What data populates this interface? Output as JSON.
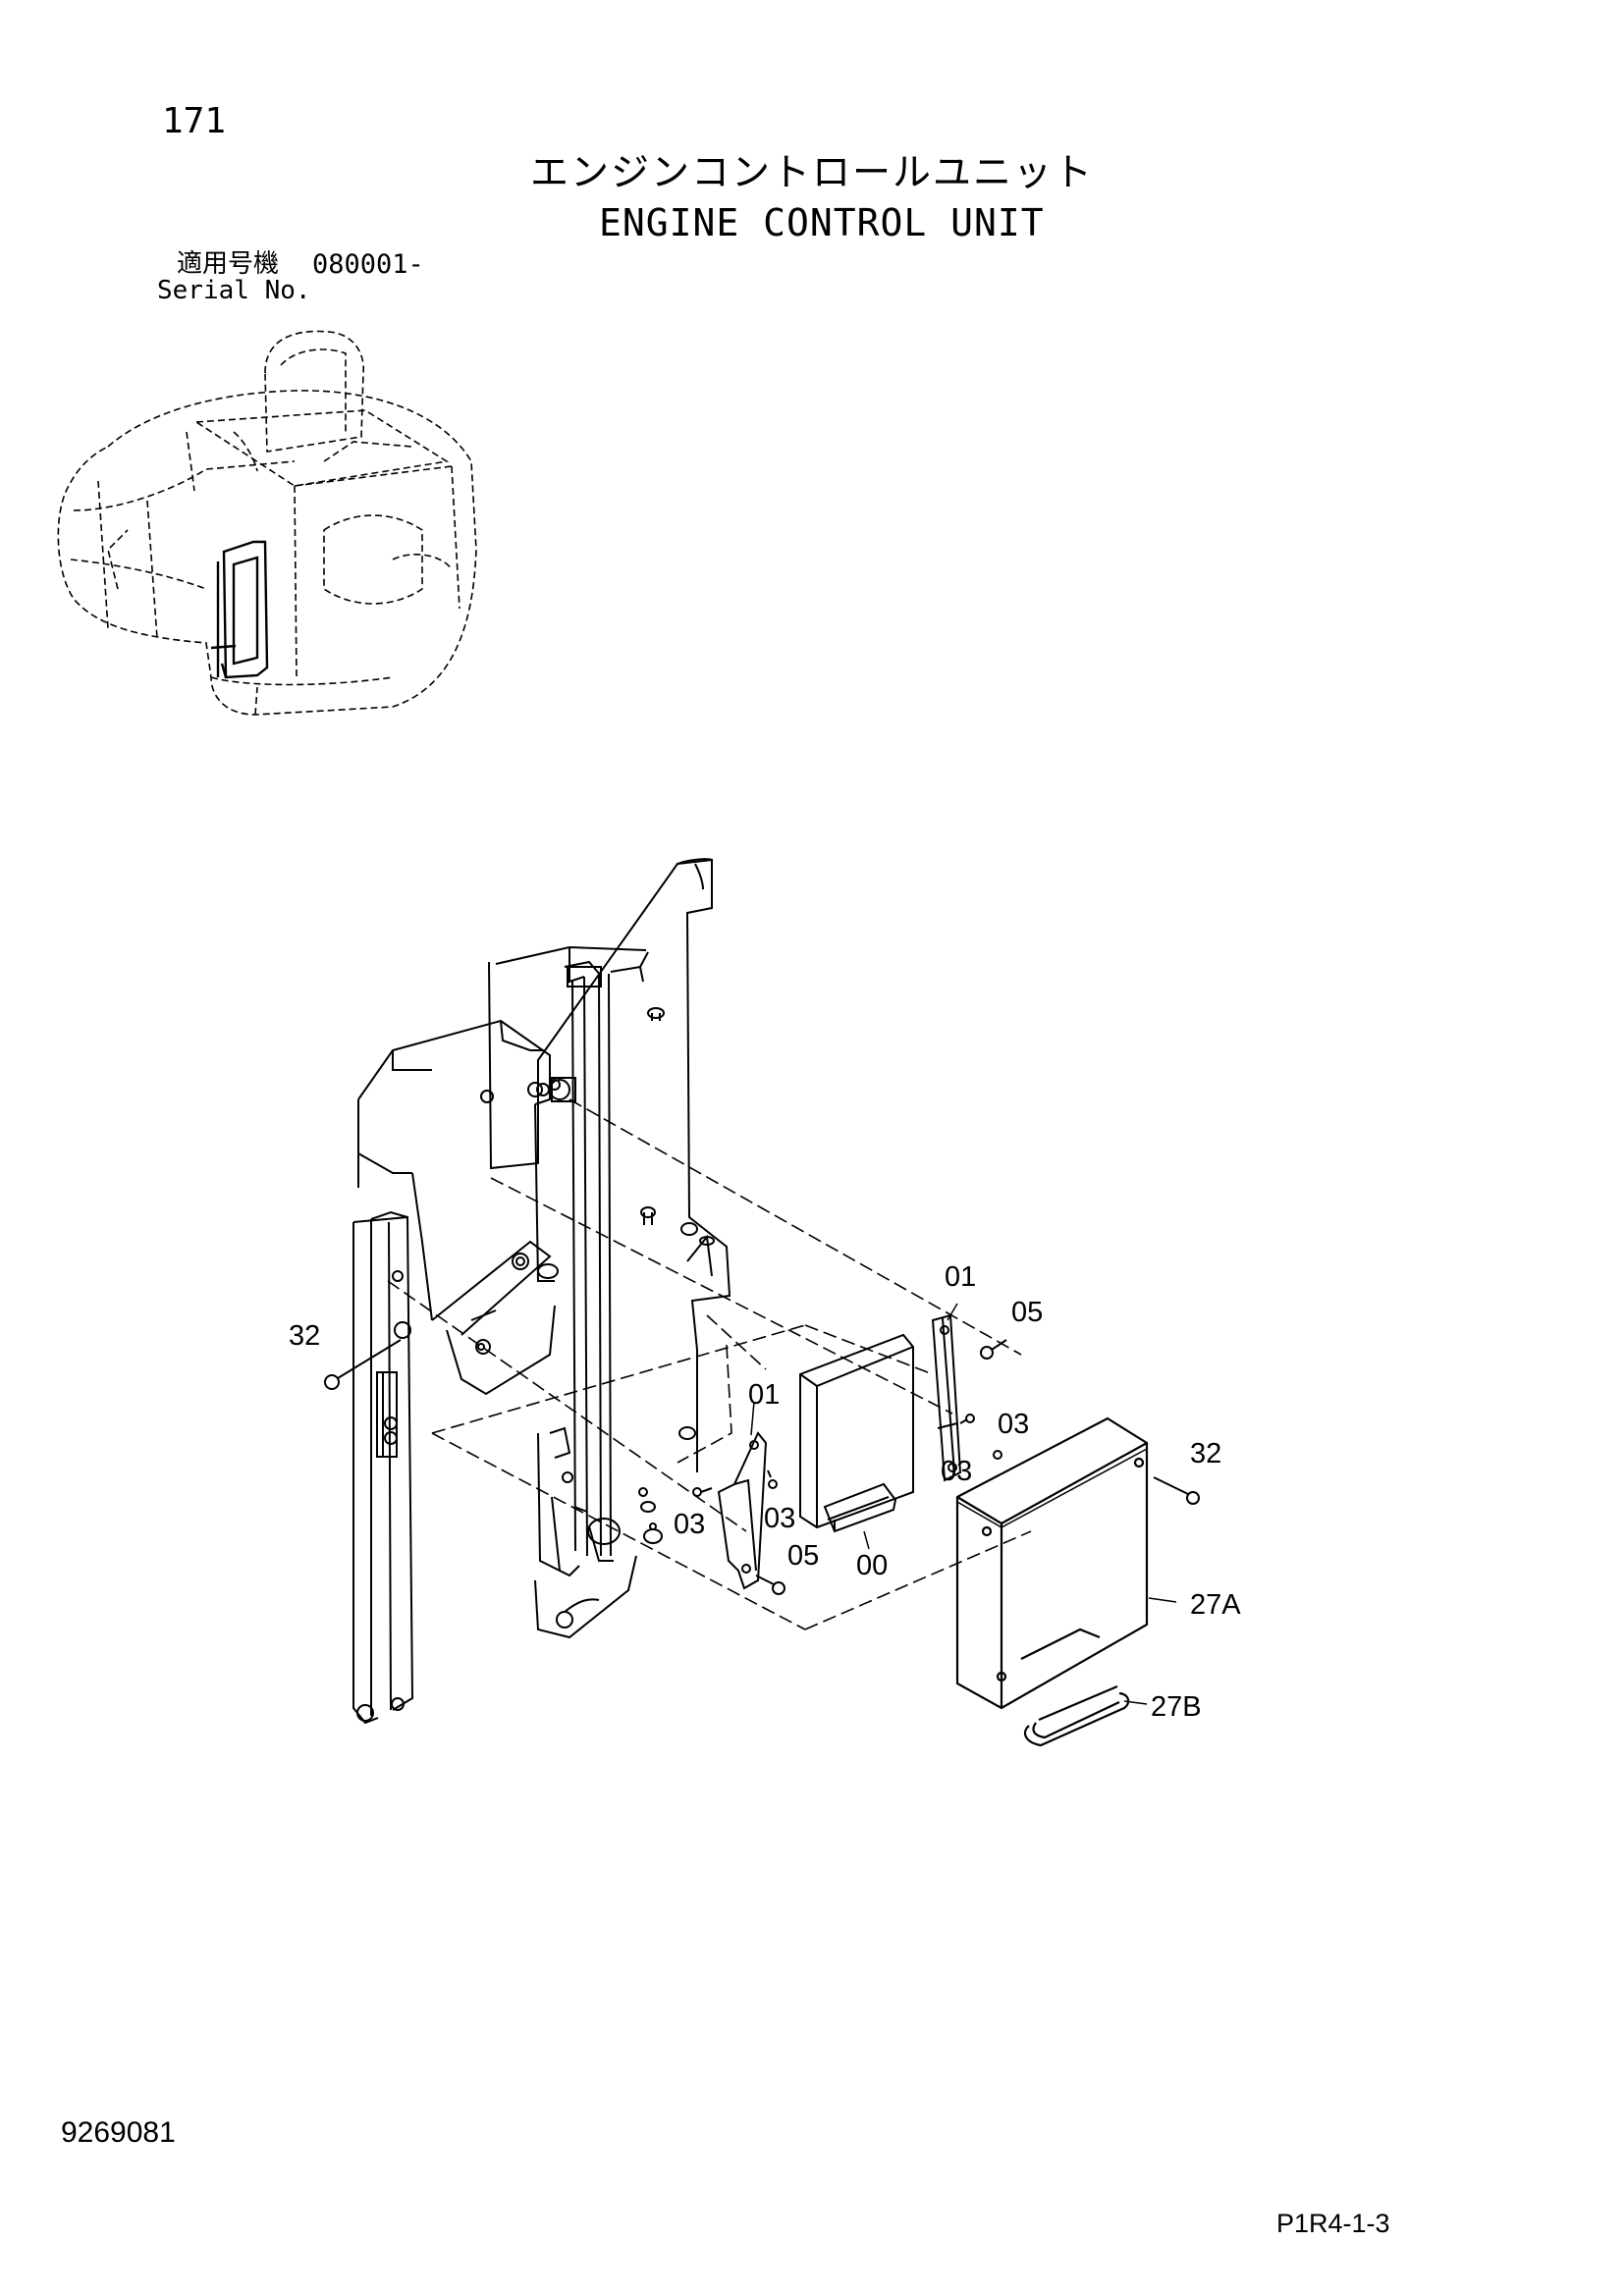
{
  "header": {
    "page_number": "171",
    "title_jp": "エンジンコントロールユニット",
    "title_en": "ENGINE CONTROL UNIT",
    "serial_label_jp": "適用号機",
    "serial_value": "080001-",
    "serial_label_en": "Serial No."
  },
  "callouts": {
    "c32_left": "32",
    "c01_upper": "01",
    "c05_upper": "05",
    "c03_right_a": "03",
    "c03_right_b": "03",
    "c32_right": "32",
    "c01_lower": "01",
    "c03_left_a": "03",
    "c03_left_b": "03",
    "c05_lower": "05",
    "c00": "00",
    "c27A": "27A",
    "c27B": "27B"
  },
  "footer": {
    "doc_number": "9269081",
    "page_code": "P1R4-1-3"
  }
}
